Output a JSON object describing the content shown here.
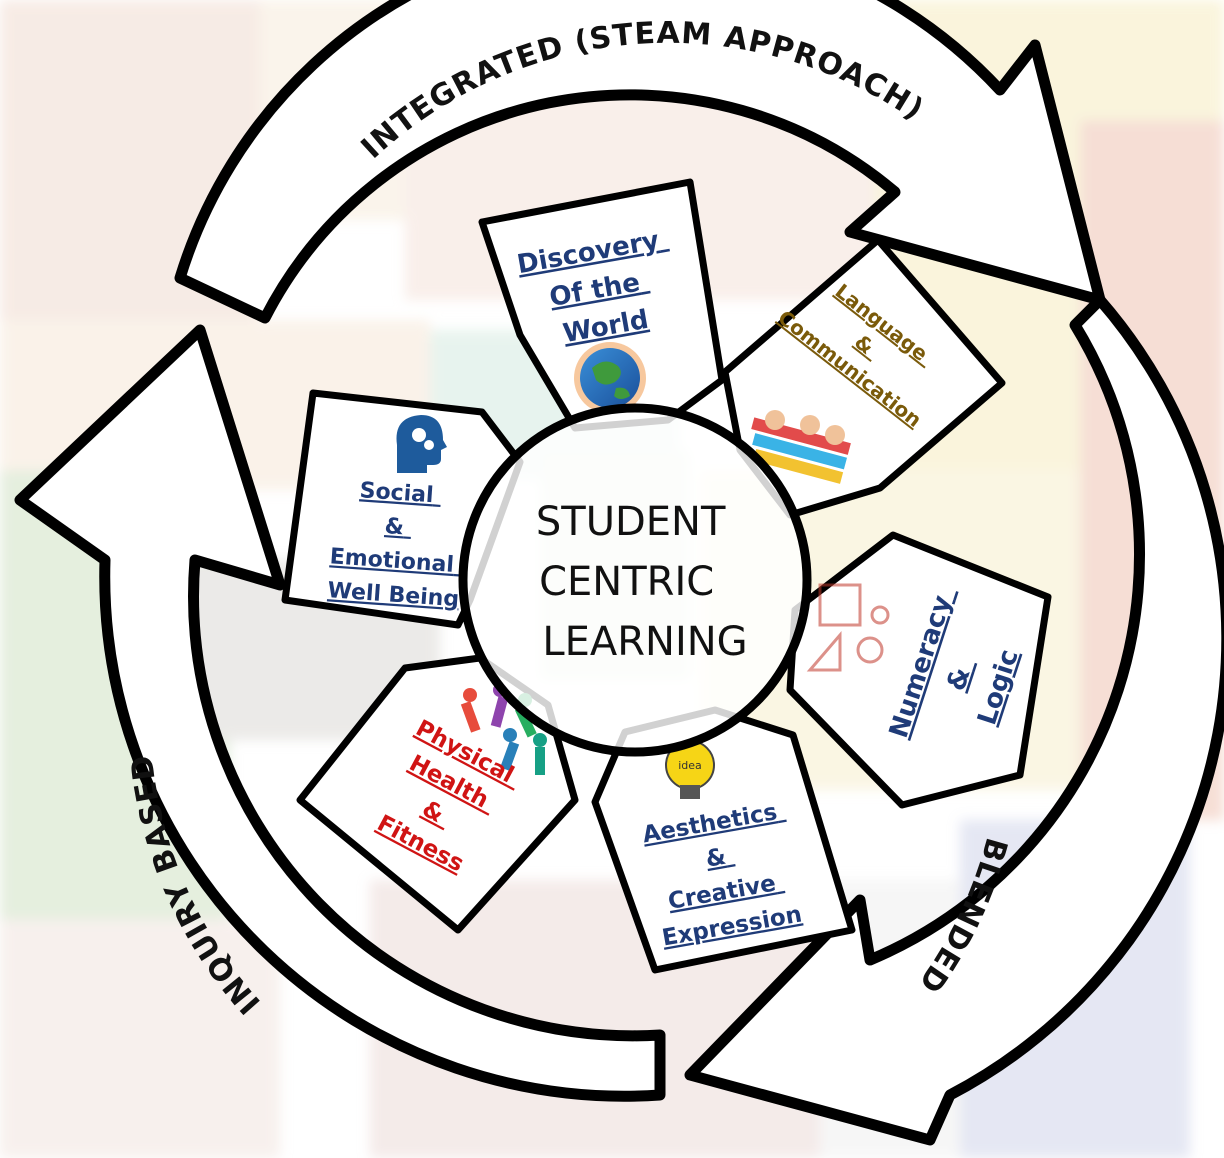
{
  "center": {
    "lines": [
      "STUDENT",
      "CENTRIC",
      "LEARNING"
    ]
  },
  "cycle_arrows": {
    "top": "INTEGRATED (STEAM APPROACH)",
    "right": "BLENDED",
    "left": "INQUIRY BASED"
  },
  "domains": {
    "discovery": {
      "lines": [
        "Discovery",
        "Of the",
        "World"
      ],
      "color": "#1f3b78",
      "icon": "globe-icon"
    },
    "language": {
      "lines": [
        "Language",
        "&",
        "Communication"
      ],
      "color": "#7a5a0a",
      "icon": "children-reading-icon"
    },
    "numeracy": {
      "lines": [
        "Numeracy",
        "&",
        "Logic"
      ],
      "color": "#1f3b78",
      "icon": "abacus-math-icon"
    },
    "aesthetics": {
      "lines": [
        "Aesthetics",
        "&",
        "Creative",
        "Expression"
      ],
      "color": "#1f3b78",
      "icon": "lightbulb-icon"
    },
    "physical": {
      "lines": [
        "Physical",
        "Health",
        "&",
        "Fitness"
      ],
      "color": "#d01414",
      "icon": "athletes-icon"
    },
    "social": {
      "lines": [
        "Social",
        "&",
        "Emotional",
        "Well Being"
      ],
      "color": "#1f3b78",
      "icon": "brain-head-icon"
    }
  },
  "icon_text": {
    "idea": "idea"
  }
}
